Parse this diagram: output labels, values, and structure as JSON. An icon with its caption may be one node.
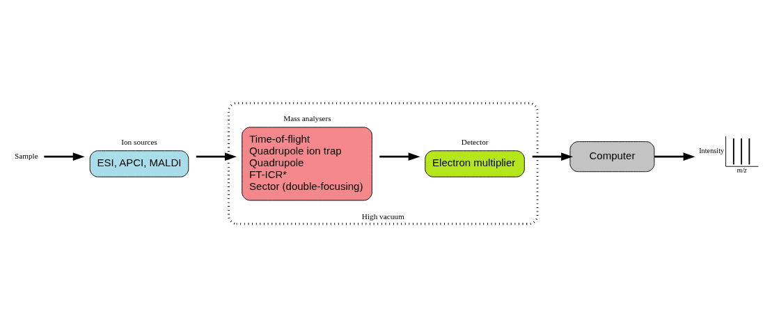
{
  "diagram": {
    "nodes": [
      {
        "text": [
          "High vacuum"
        ]
      },
      {
        "text": [
          "Ion sources",
          "ESI, APCI, MALDI"
        ]
      },
      {
        "text": [
          "Mass analysers",
          "Time-of-flight",
          "Quadrupole ion trap",
          "Quadrupole",
          "FT-ICR*",
          "Sector (double-focusing)"
        ],
        "in": 0
      },
      {
        "text": [
          "Detector",
          "Electron multiplier"
        ],
        "in": 0
      },
      {
        "text": [
          "Sample"
        ]
      },
      {
        "text": [
          "Computer"
        ]
      },
      {
        "text": [],
        "shape": "picture",
        "beside": [
          "Intensity",
          "m/z"
        ]
      }
    ],
    "edges": [
      {
        "from": 4,
        "to": 1,
        "arrow": "to"
      },
      {
        "from": 1,
        "to": 2,
        "arrow": "to"
      },
      {
        "from": 2,
        "to": 3,
        "arrow": "to"
      },
      {
        "from": 3,
        "to": 5,
        "arrow": "to"
      },
      {
        "from": 5,
        "to": 6,
        "arrow": "to"
      }
    ]
  }
}
